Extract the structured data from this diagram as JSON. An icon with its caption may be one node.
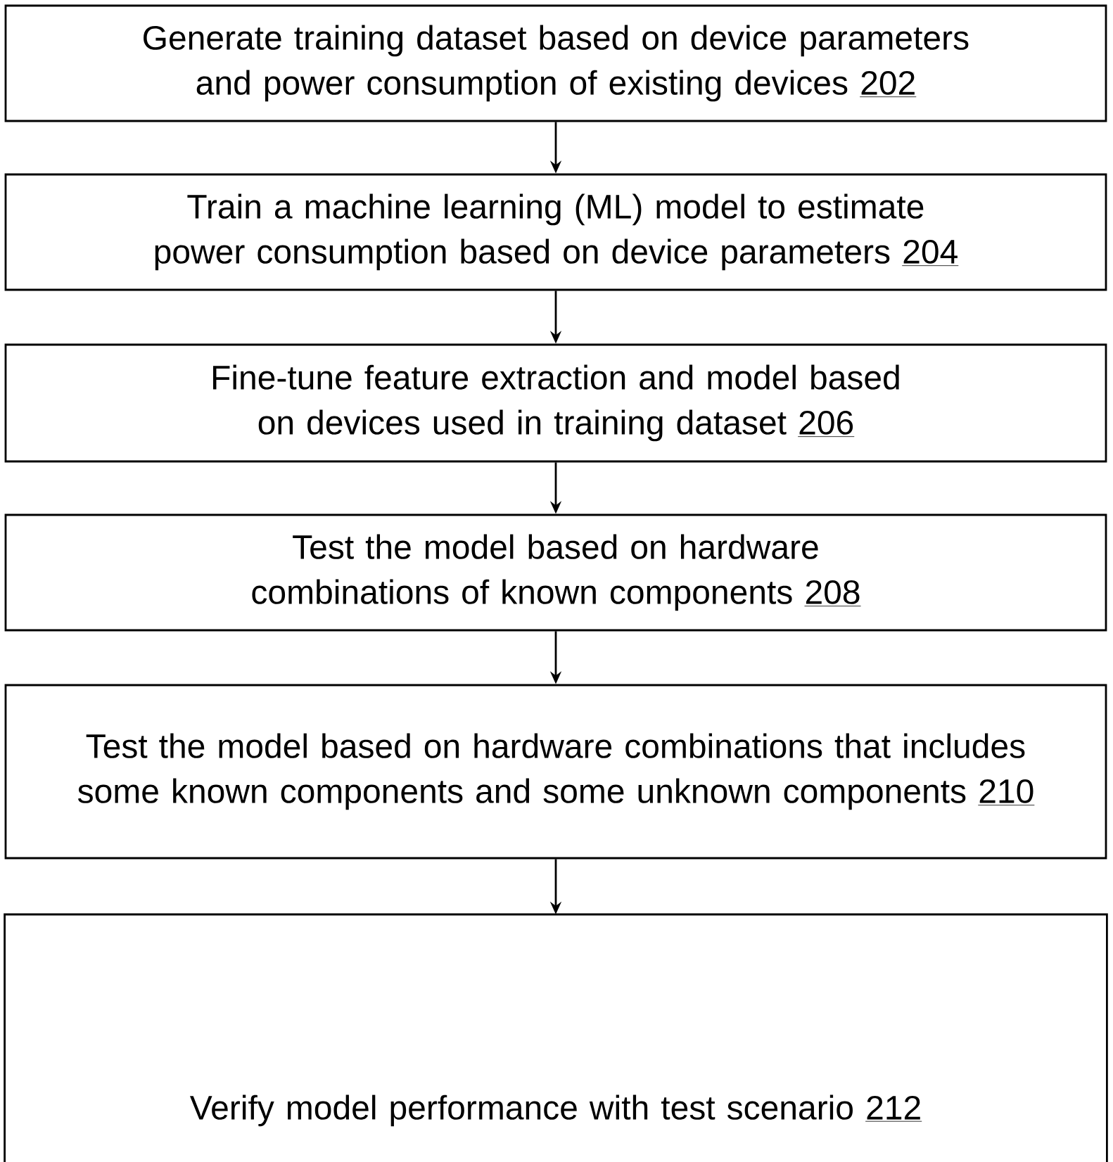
{
  "diagram": {
    "nodes": [
      {
        "text": [
          "Generate training dataset based on device parameters and power consumption of existing devices",
          "202"
        ]
      },
      {
        "text": [
          "Train a machine learning (ML) model to estimate power consumption based on device parameters",
          "204"
        ]
      },
      {
        "text": [
          "Fine-tune feature extraction and model based on devices used in training dataset",
          "206"
        ]
      },
      {
        "text": [
          "Test the model based on hardware combinations of known components",
          "208"
        ]
      },
      {
        "text": [
          "Test the model based on hardware combinations that includes some known components and some unknown components",
          "210"
        ]
      },
      {
        "text": [
          "Verify model performance with test scenario",
          "212"
        ]
      }
    ],
    "edges": [
      {
        "from": 0,
        "to": 1,
        "arrow": "to"
      },
      {
        "from": 1,
        "to": 2,
        "arrow": "to"
      },
      {
        "from": 2,
        "to": 3,
        "arrow": "to"
      },
      {
        "from": 3,
        "to": 4,
        "arrow": "to"
      },
      {
        "from": 4,
        "to": 5,
        "arrow": "to"
      }
    ]
  }
}
